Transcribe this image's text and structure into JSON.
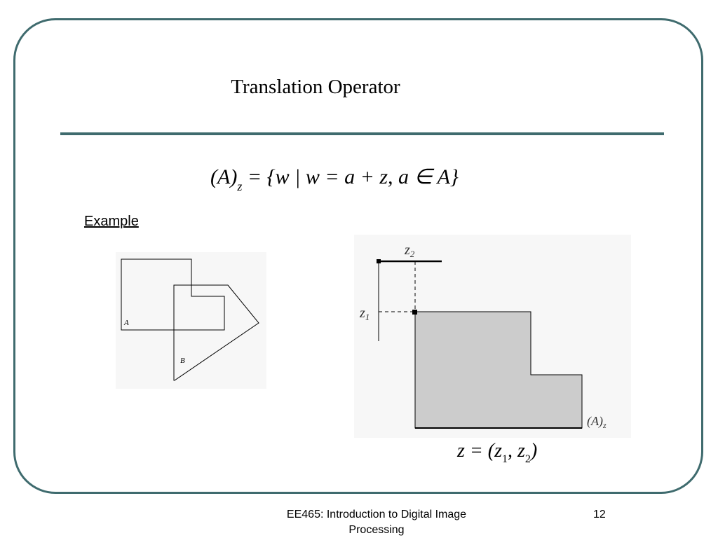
{
  "slide": {
    "title": "Translation Operator",
    "formula": {
      "lhs": "(A)",
      "lhs_sub": "z",
      "rhs": "= {w | w = a + z, a ∈ A}"
    },
    "example_label": "Example",
    "figure1": {
      "label_a": "A",
      "label_b": "B"
    },
    "figure2": {
      "label_z2": "z",
      "label_z2_sub": "2",
      "label_z1": "z",
      "label_z1_sub": "1",
      "label_set": "(A)",
      "label_set_sub": "z",
      "fill_color": "#cccccc"
    },
    "equation2": {
      "z": "z = (z",
      "sub1": "1",
      "mid": ", z",
      "sub2": "2",
      "close": ")"
    }
  },
  "footer": {
    "course": "EE465: Introduction to Digital Image Processing",
    "page_number": "12"
  },
  "colors": {
    "accent": "#3f6b6e"
  }
}
